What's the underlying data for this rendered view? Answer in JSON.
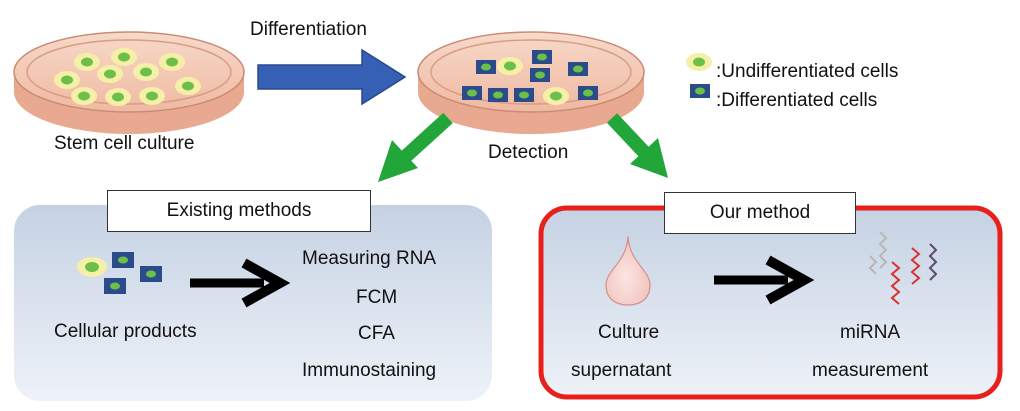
{
  "diagram": {
    "stem_cell_label": "Stem cell culture",
    "differentiation_label": "Differentiation",
    "detection_label": "Detection",
    "legend": {
      "undifferentiated": ":Undifferentiated cells",
      "differentiated": ":Differentiated cells"
    },
    "existing": {
      "title": "Existing methods",
      "source_label": "Cellular products",
      "methods": [
        "Measuring RNA",
        "FCM",
        "CFA",
        "Immunostaining"
      ]
    },
    "ours": {
      "title": "Our method",
      "source_label_line1": "Culture",
      "source_label_line2": "supernatant",
      "result_line1": "miRNA",
      "result_line2": "measurement"
    }
  },
  "colors": {
    "dish_fill": "#f4c9b4",
    "dish_rim": "#e6a98e",
    "cell_body": "#f6efa8",
    "cell_nucleus": "#6cc04a",
    "diff_cell": "#2b4c8a",
    "blue_arrow": "#3560b3",
    "green_arrow": "#22a63a",
    "our_border": "#e8201c"
  }
}
